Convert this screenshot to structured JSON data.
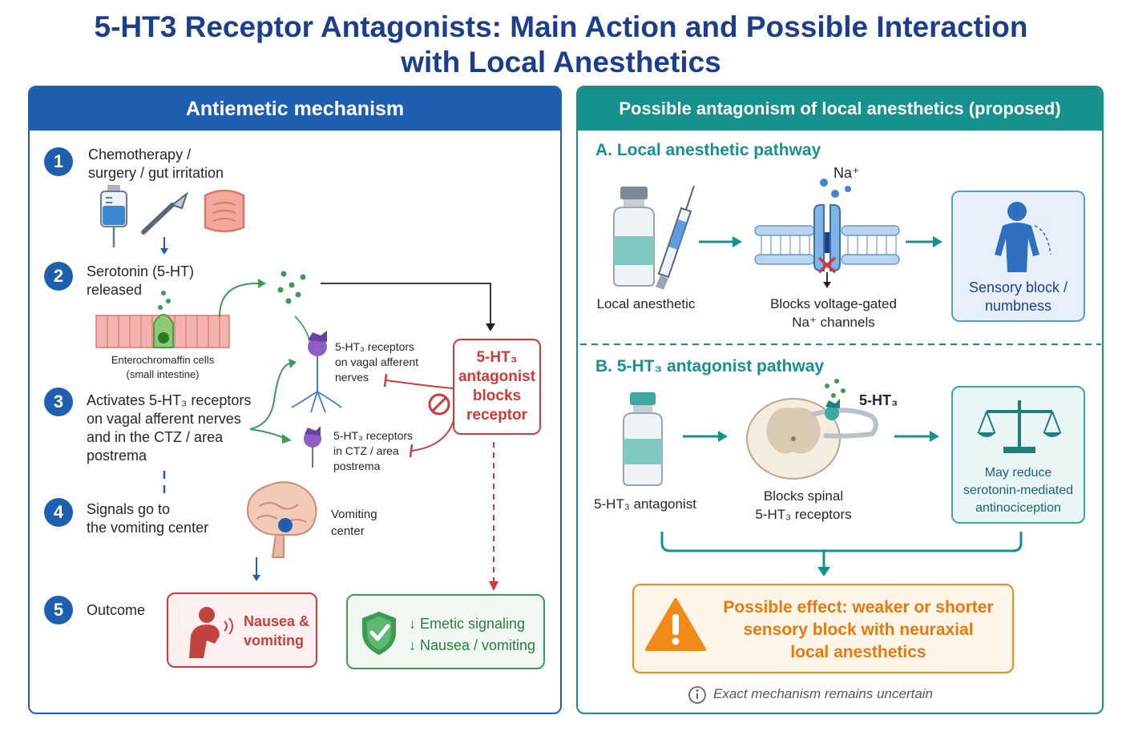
{
  "title": {
    "line1": "5-HT3 Receptor Antagonists: Main Action and Possible Interaction",
    "line2": "with Local Anesthetics"
  },
  "left_panel": {
    "header": "Antiemetic mechanism",
    "steps": [
      {
        "number": "1",
        "line1": "Chemotherapy /",
        "line2": "surgery / gut irritation"
      },
      {
        "number": "2",
        "line1": "Serotonin (5-HT)",
        "line2": "released"
      },
      {
        "number": "3",
        "line1": "Activates 5-HT₃ receptors",
        "line2": "on vagal afferent nerves",
        "line3": "and in the CTZ / area",
        "line4": "postrema"
      },
      {
        "number": "4",
        "line1": "Signals go to",
        "line2": "the vomiting center"
      },
      {
        "number": "5",
        "line1": "Outcome"
      }
    ],
    "ec_label_line1": "Enterochromaffin cells",
    "ec_label_line2": "(small intestine)",
    "vagal_label": {
      "line1": "5-HT₃ receptors",
      "line2": "on vagal afferent",
      "line3": "nerves"
    },
    "ctz_label": {
      "line1": "5-HT₃ receptors",
      "line2": "in CTZ / area",
      "line3": "postrema"
    },
    "antagonist_box": {
      "line1": "5-HT₃",
      "line2": "antagonist",
      "line3": "blocks",
      "line4": "receptor"
    },
    "vomiting_center": {
      "line1": "Vomiting",
      "line2": "center"
    },
    "nausea_box": {
      "line1": "Nausea &",
      "line2": "vomiting"
    },
    "result_box": {
      "line1": "↓ Emetic signaling",
      "line2": "↓ Nausea / vomiting"
    }
  },
  "right_panel": {
    "header": "Possible antagonism of local anesthetics (proposed)",
    "section_a": {
      "title": "A. Local anesthetic pathway",
      "vial_label": "Local anesthetic",
      "ion_label": "Na⁺",
      "channel_label_line1": "Blocks voltage-gated",
      "channel_label_line2": "Na⁺ channels",
      "result_line1": "Sensory block /",
      "result_line2": "numbness"
    },
    "section_b": {
      "title": "B. 5-HT₃ antagonist pathway",
      "vial_label": "5-HT₃ antagonist",
      "receptor_tag": "5-HT₃",
      "spinal_label_line1": "Blocks spinal",
      "spinal_label_line2": "5-HT₃ receptors",
      "result_line1": "May reduce",
      "result_line2": "serotonin-mediated",
      "result_line3": "antinociception"
    },
    "warning": {
      "line1": "Possible effect: weaker or shorter",
      "line2": "sensory block with neuraxial",
      "line3": "local anesthetics"
    },
    "note": "Exact mechanism remains uncertain"
  },
  "colors": {
    "blue": "#1f5fb0",
    "teal": "#16918d",
    "red": "#d03a3a",
    "green": "#3f9a55",
    "orange": "#f28a1a",
    "navy": "#1d3e8c"
  },
  "icons": [
    "iv-bag-icon",
    "scalpel-icon",
    "intestine-icon",
    "serotonin-dots-icon",
    "neuron-icon",
    "block-icon",
    "brain-icon",
    "person-nausea-icon",
    "shield-check-icon",
    "vial-icon",
    "syringe-icon",
    "sodium-channel-icon",
    "human-figure-icon",
    "spinal-cord-icon",
    "scales-icon",
    "warning-icon",
    "info-icon"
  ]
}
